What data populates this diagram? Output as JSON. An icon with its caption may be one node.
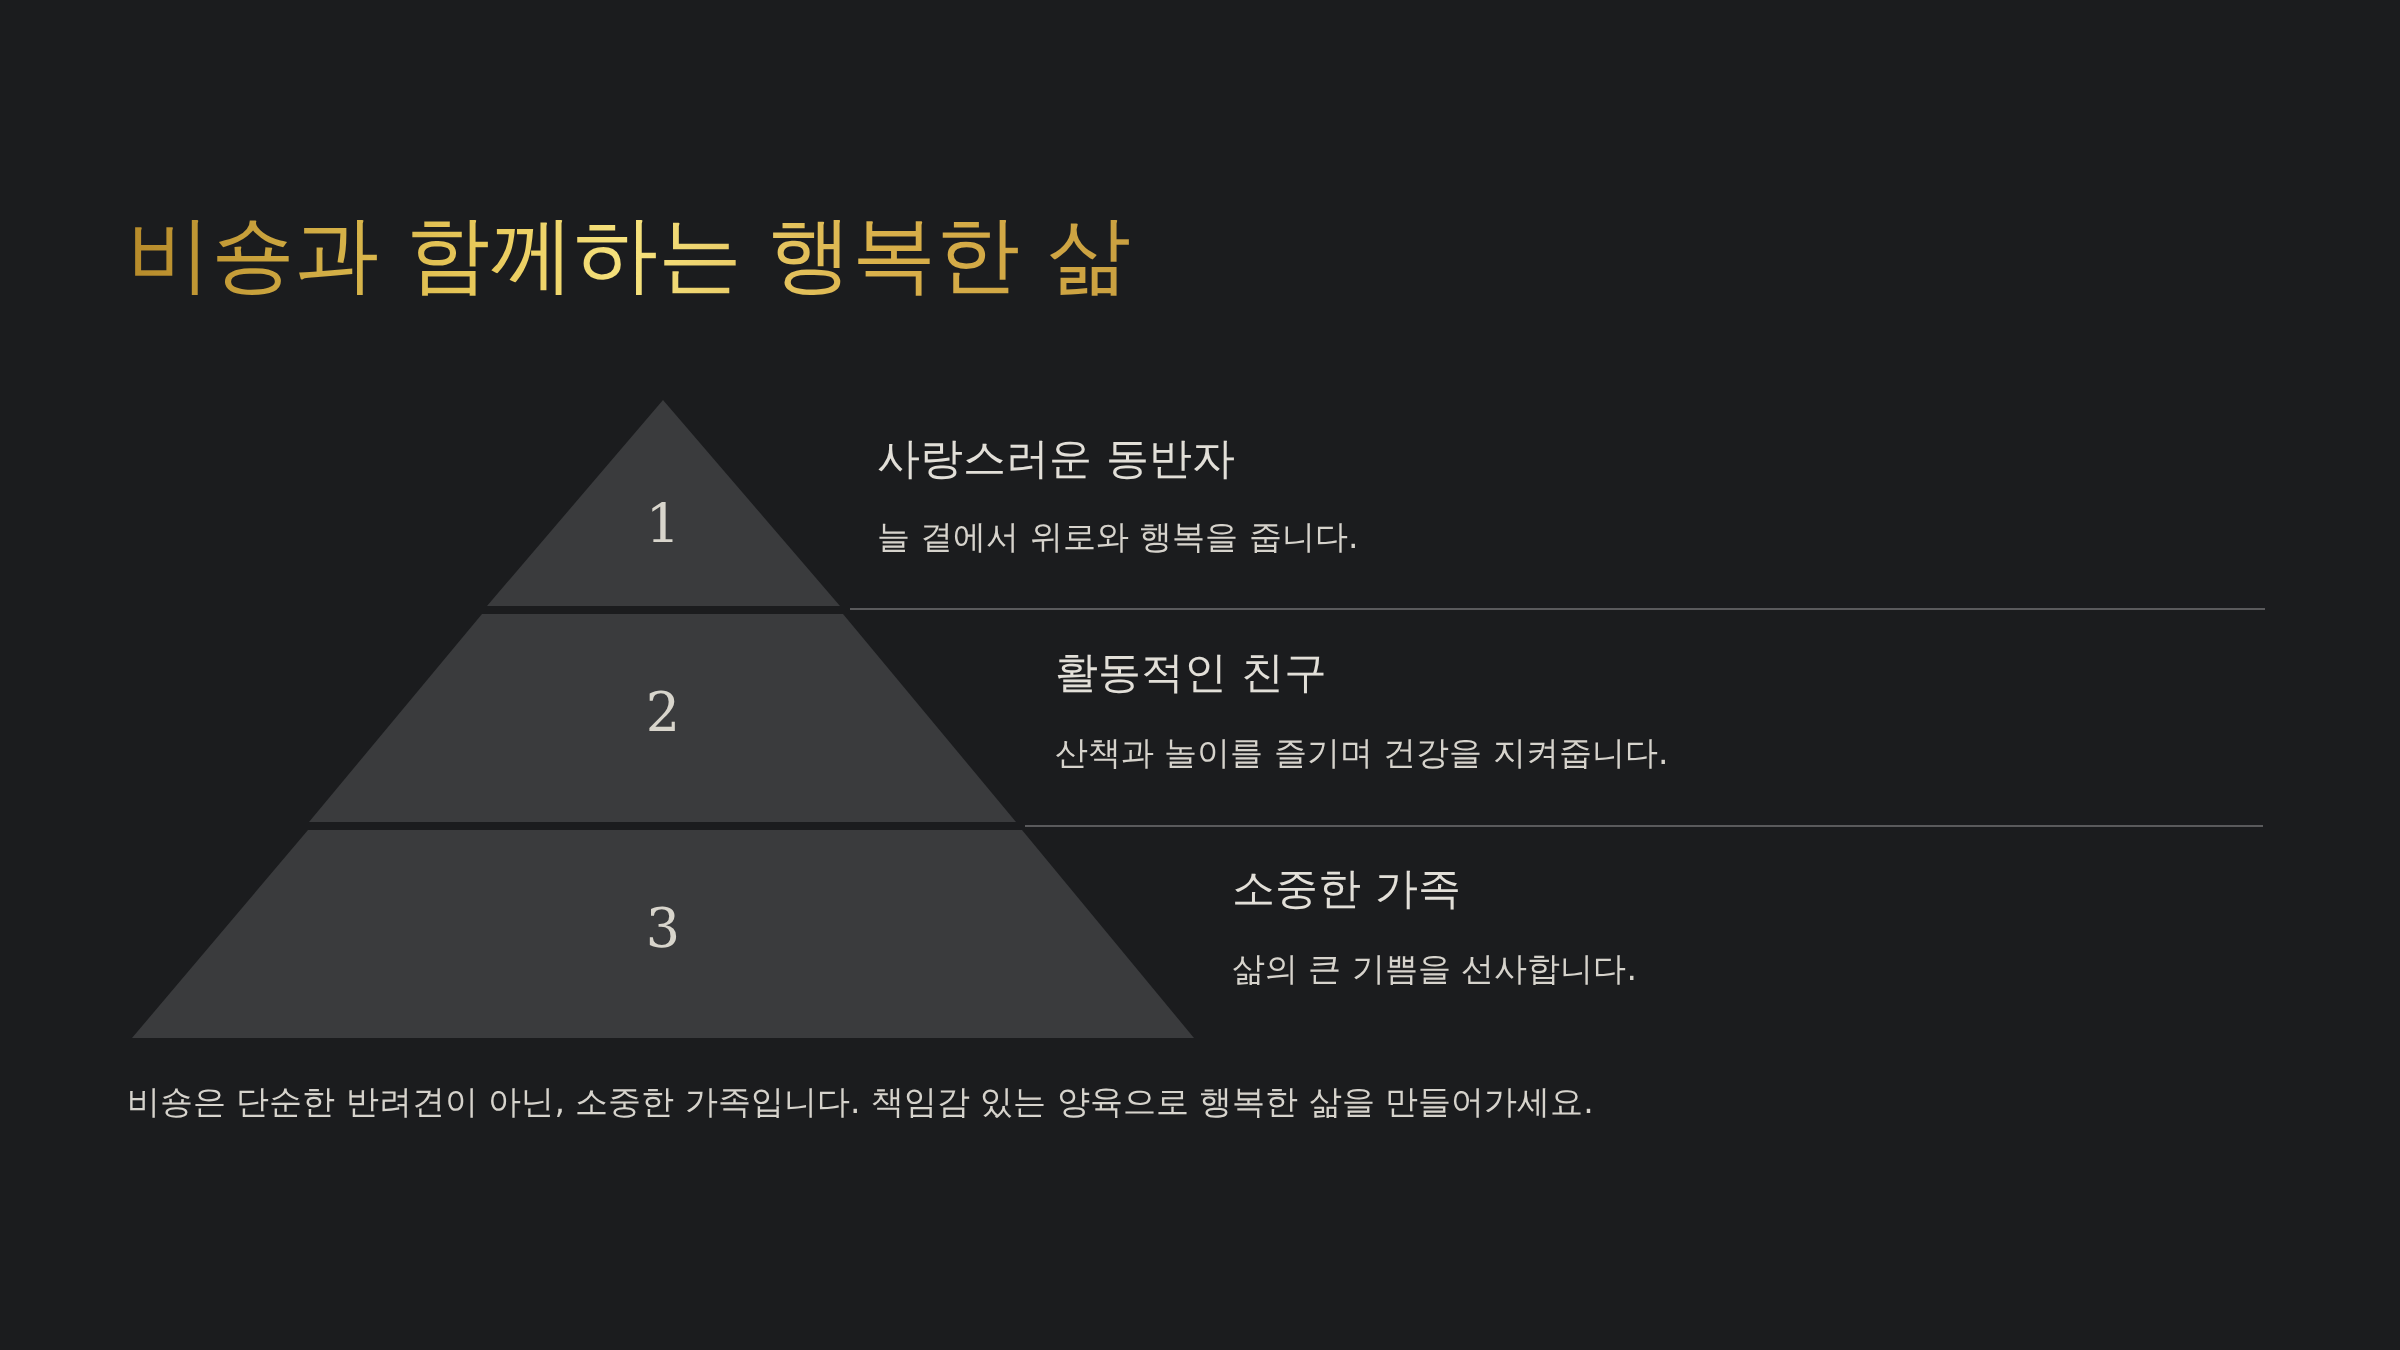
{
  "diagram": {
    "title": "비숑과 함께하는 행복한 삶",
    "nodes": [
      {
        "text": [
          "1"
        ],
        "beside": [
          "사랑스러운 동반자",
          "늘 곁에서 위로와 행복을 줍니다."
        ]
      },
      {
        "text": [
          "2"
        ],
        "beside": [
          "활동적인 친구",
          "산책과 놀이를 즐기며 건강을 지켜줍니다."
        ]
      },
      {
        "text": [
          "3"
        ],
        "beside": [
          "소중한 가족",
          "삶의 큰 기쁨을 선사합니다."
        ]
      }
    ],
    "labels": [
      "비숑은 단순한 반려견이 아닌, 소중한 가족입니다. 책임감 있는 양육으로 행복한 삶을 만들어가세요."
    ]
  }
}
